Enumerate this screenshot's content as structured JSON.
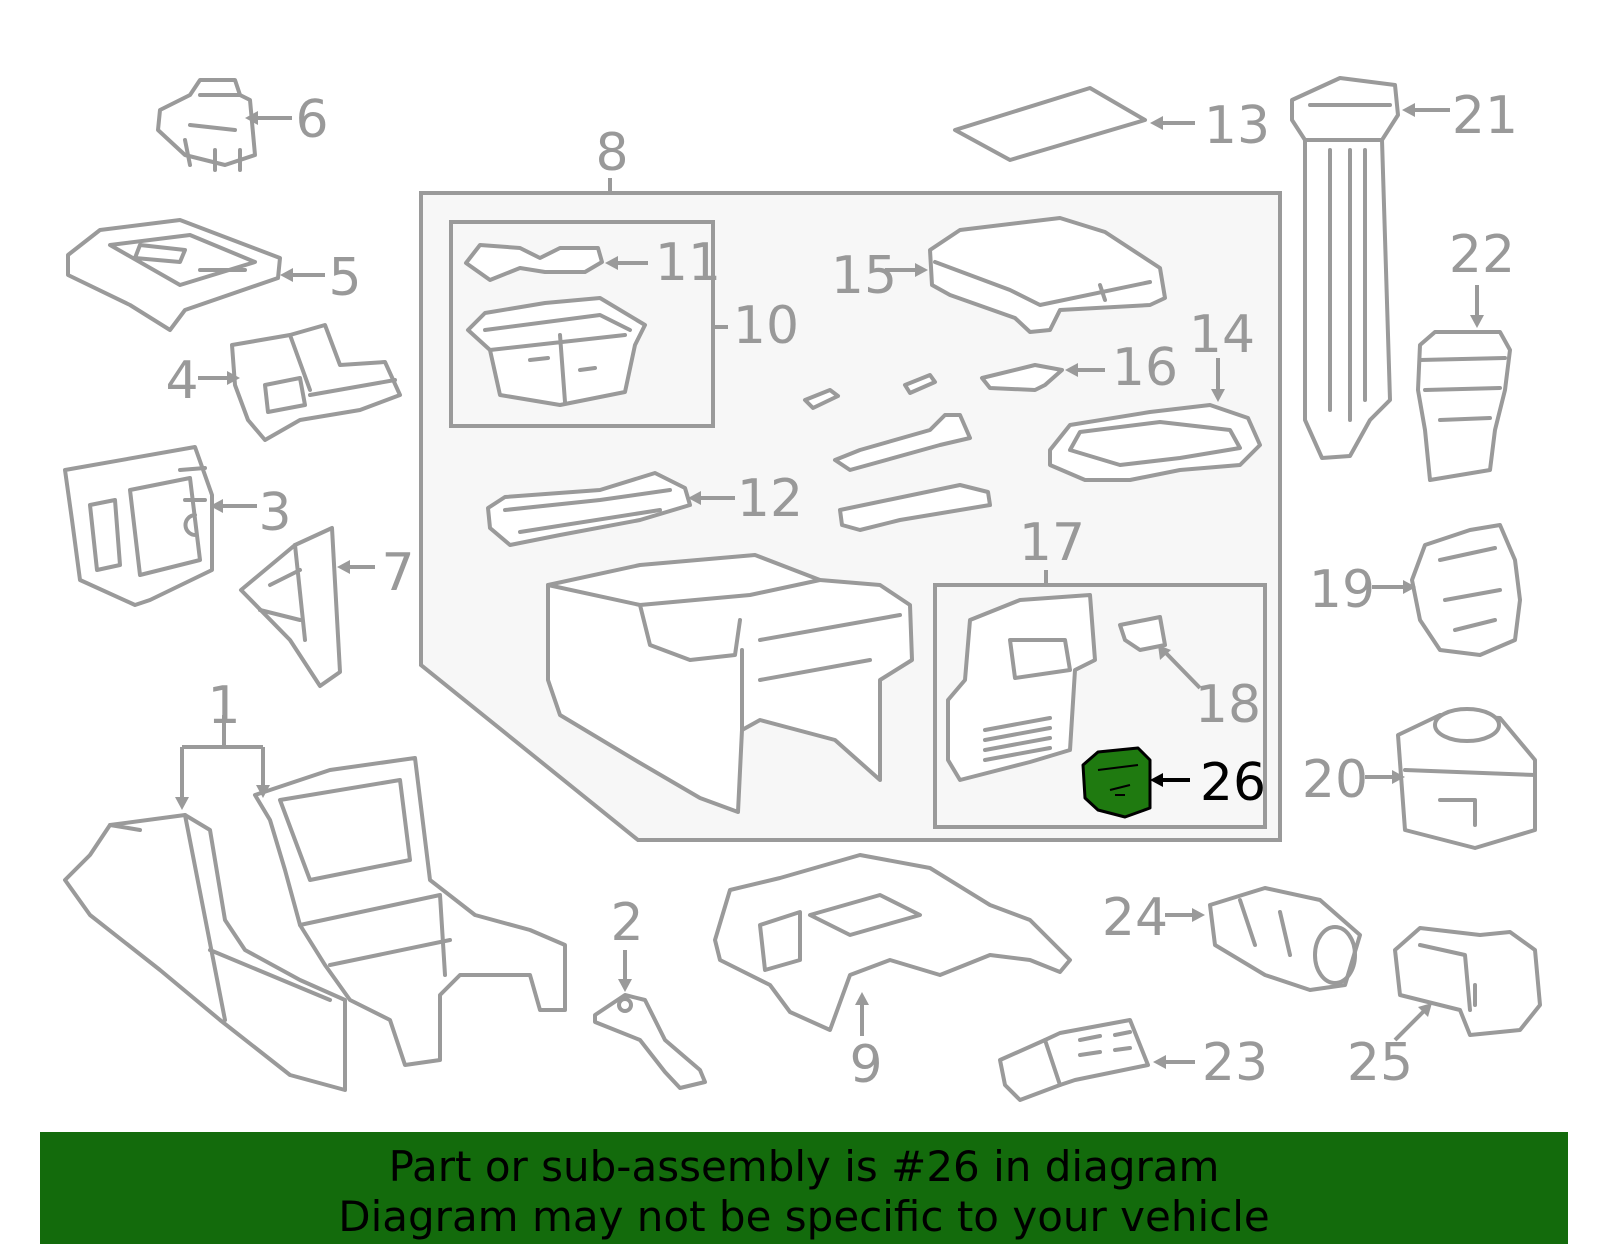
{
  "callouts": [
    "1",
    "2",
    "3",
    "4",
    "5",
    "6",
    "7",
    "8",
    "9",
    "10",
    "11",
    "12",
    "13",
    "14",
    "15",
    "16",
    "17",
    "18",
    "19",
    "20",
    "21",
    "22",
    "23",
    "24",
    "25",
    "26"
  ],
  "highlighted_part": "26",
  "colors": {
    "highlight": "#1f7a10",
    "banner": "#136b0c",
    "lines": "#9a9a9a"
  },
  "banner": {
    "line1": "Part or sub-assembly is #26 in diagram",
    "line2": "Diagram may not be specific to your vehicle"
  }
}
